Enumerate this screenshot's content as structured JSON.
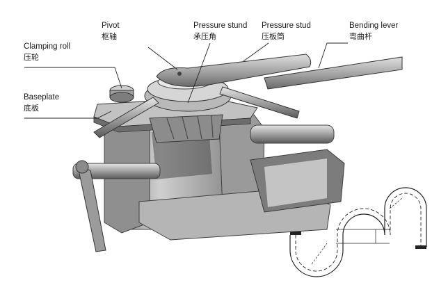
{
  "colors": {
    "metal_light": "#d9d9d9",
    "metal_mid": "#a8a8a8",
    "metal_dark": "#6e6e6e",
    "shadow": "#3f3f3f",
    "leader": "#222222"
  },
  "labels": {
    "pivot": {
      "en": "Pivot",
      "zh": "枢轴"
    },
    "clamping_roll": {
      "en": "Clamping roll",
      "zh": "压轮"
    },
    "baseplate": {
      "en": "Baseplate",
      "zh": "底板"
    },
    "pressure_stund": {
      "en": "Pressure stund",
      "zh": "承压角"
    },
    "pressure_stud": {
      "en": "Pressure stud",
      "zh": "压板筒"
    },
    "bending_lever": {
      "en": "Bending lever",
      "zh": "弯曲杆"
    }
  }
}
